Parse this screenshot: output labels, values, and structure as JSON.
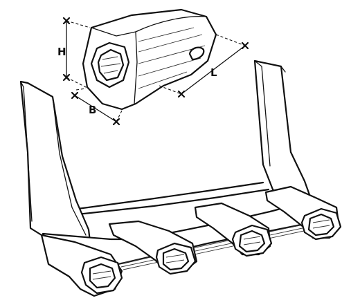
{
  "dimension_labels": {
    "height": "H",
    "width": "B",
    "length": "L"
  }
}
